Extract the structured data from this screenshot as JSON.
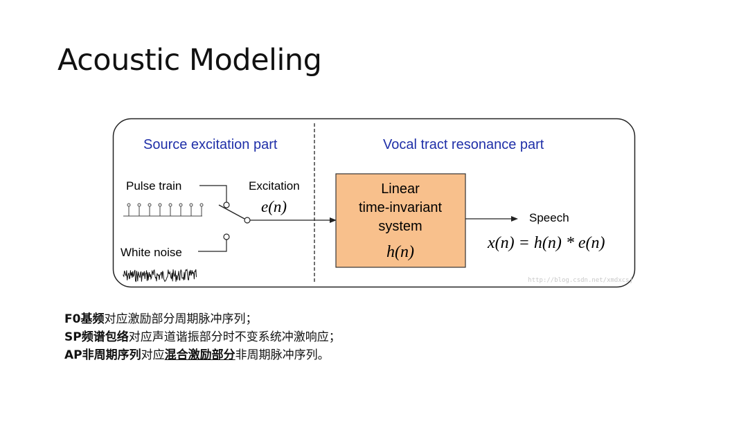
{
  "slide": {
    "title": "Acoustic Modeling"
  },
  "diagram": {
    "left_header": "Source excitation part",
    "right_header": "Vocal tract resonance part",
    "pulse_train_label": "Pulse train",
    "white_noise_label": "White noise",
    "excitation_label": "Excitation",
    "excitation_formula": "e(n)",
    "system_lines": [
      "Linear",
      "time-invariant",
      "system"
    ],
    "system_formula": "h(n)",
    "speech_label": "Speech",
    "speech_formula": "x(n) = h(n) * e(n)",
    "watermark": "http://blog.csdn.net/xmdxcsj",
    "colors": {
      "header_blue": "#1f2fa8",
      "box_fill": "#f8c08c",
      "box_stroke": "#333333",
      "frame_stroke": "#222222"
    }
  },
  "notes": [
    {
      "bold": "F0基频",
      "rest": "对应激励部分周期脉冲序列；"
    },
    {
      "bold": "SP频谱包络",
      "rest": "对应声道谐振部分时不变系统冲激响应；"
    },
    {
      "bold": "AP非周期序列",
      "mid": "对应",
      "underlined": "混合激励部分",
      "rest": "非周期脉冲序列。"
    }
  ]
}
